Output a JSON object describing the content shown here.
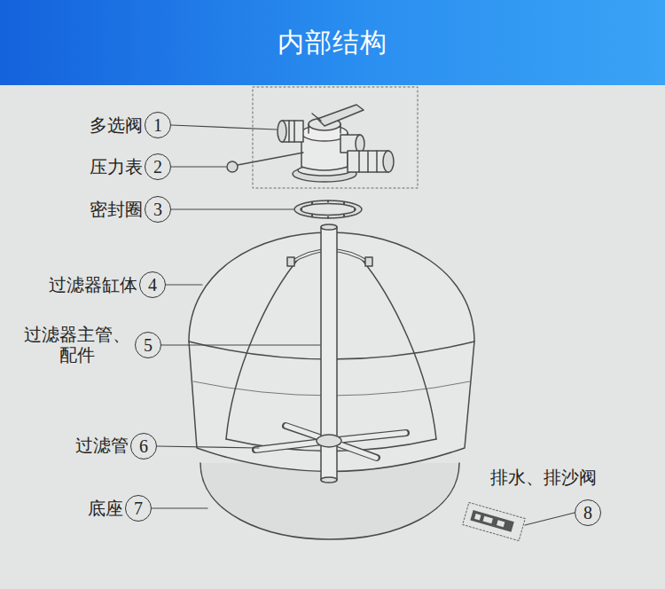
{
  "diagram": {
    "title": "内部结构",
    "nodes": [
      {
        "text": [
          "1"
        ]
      },
      {
        "text": [
          "2"
        ]
      },
      {
        "text": [
          "3"
        ]
      },
      {
        "text": [
          "4"
        ]
      },
      {
        "text": [
          "5"
        ]
      },
      {
        "text": [
          "6"
        ]
      },
      {
        "text": [
          "7"
        ]
      },
      {
        "text": [
          "8"
        ]
      }
    ],
    "labels": [
      "多选阀",
      "压力表",
      "密封圈",
      "过滤器缸体",
      "过滤器主管、 配件",
      "过滤管",
      "底座",
      "排水、排沙阀"
    ]
  }
}
